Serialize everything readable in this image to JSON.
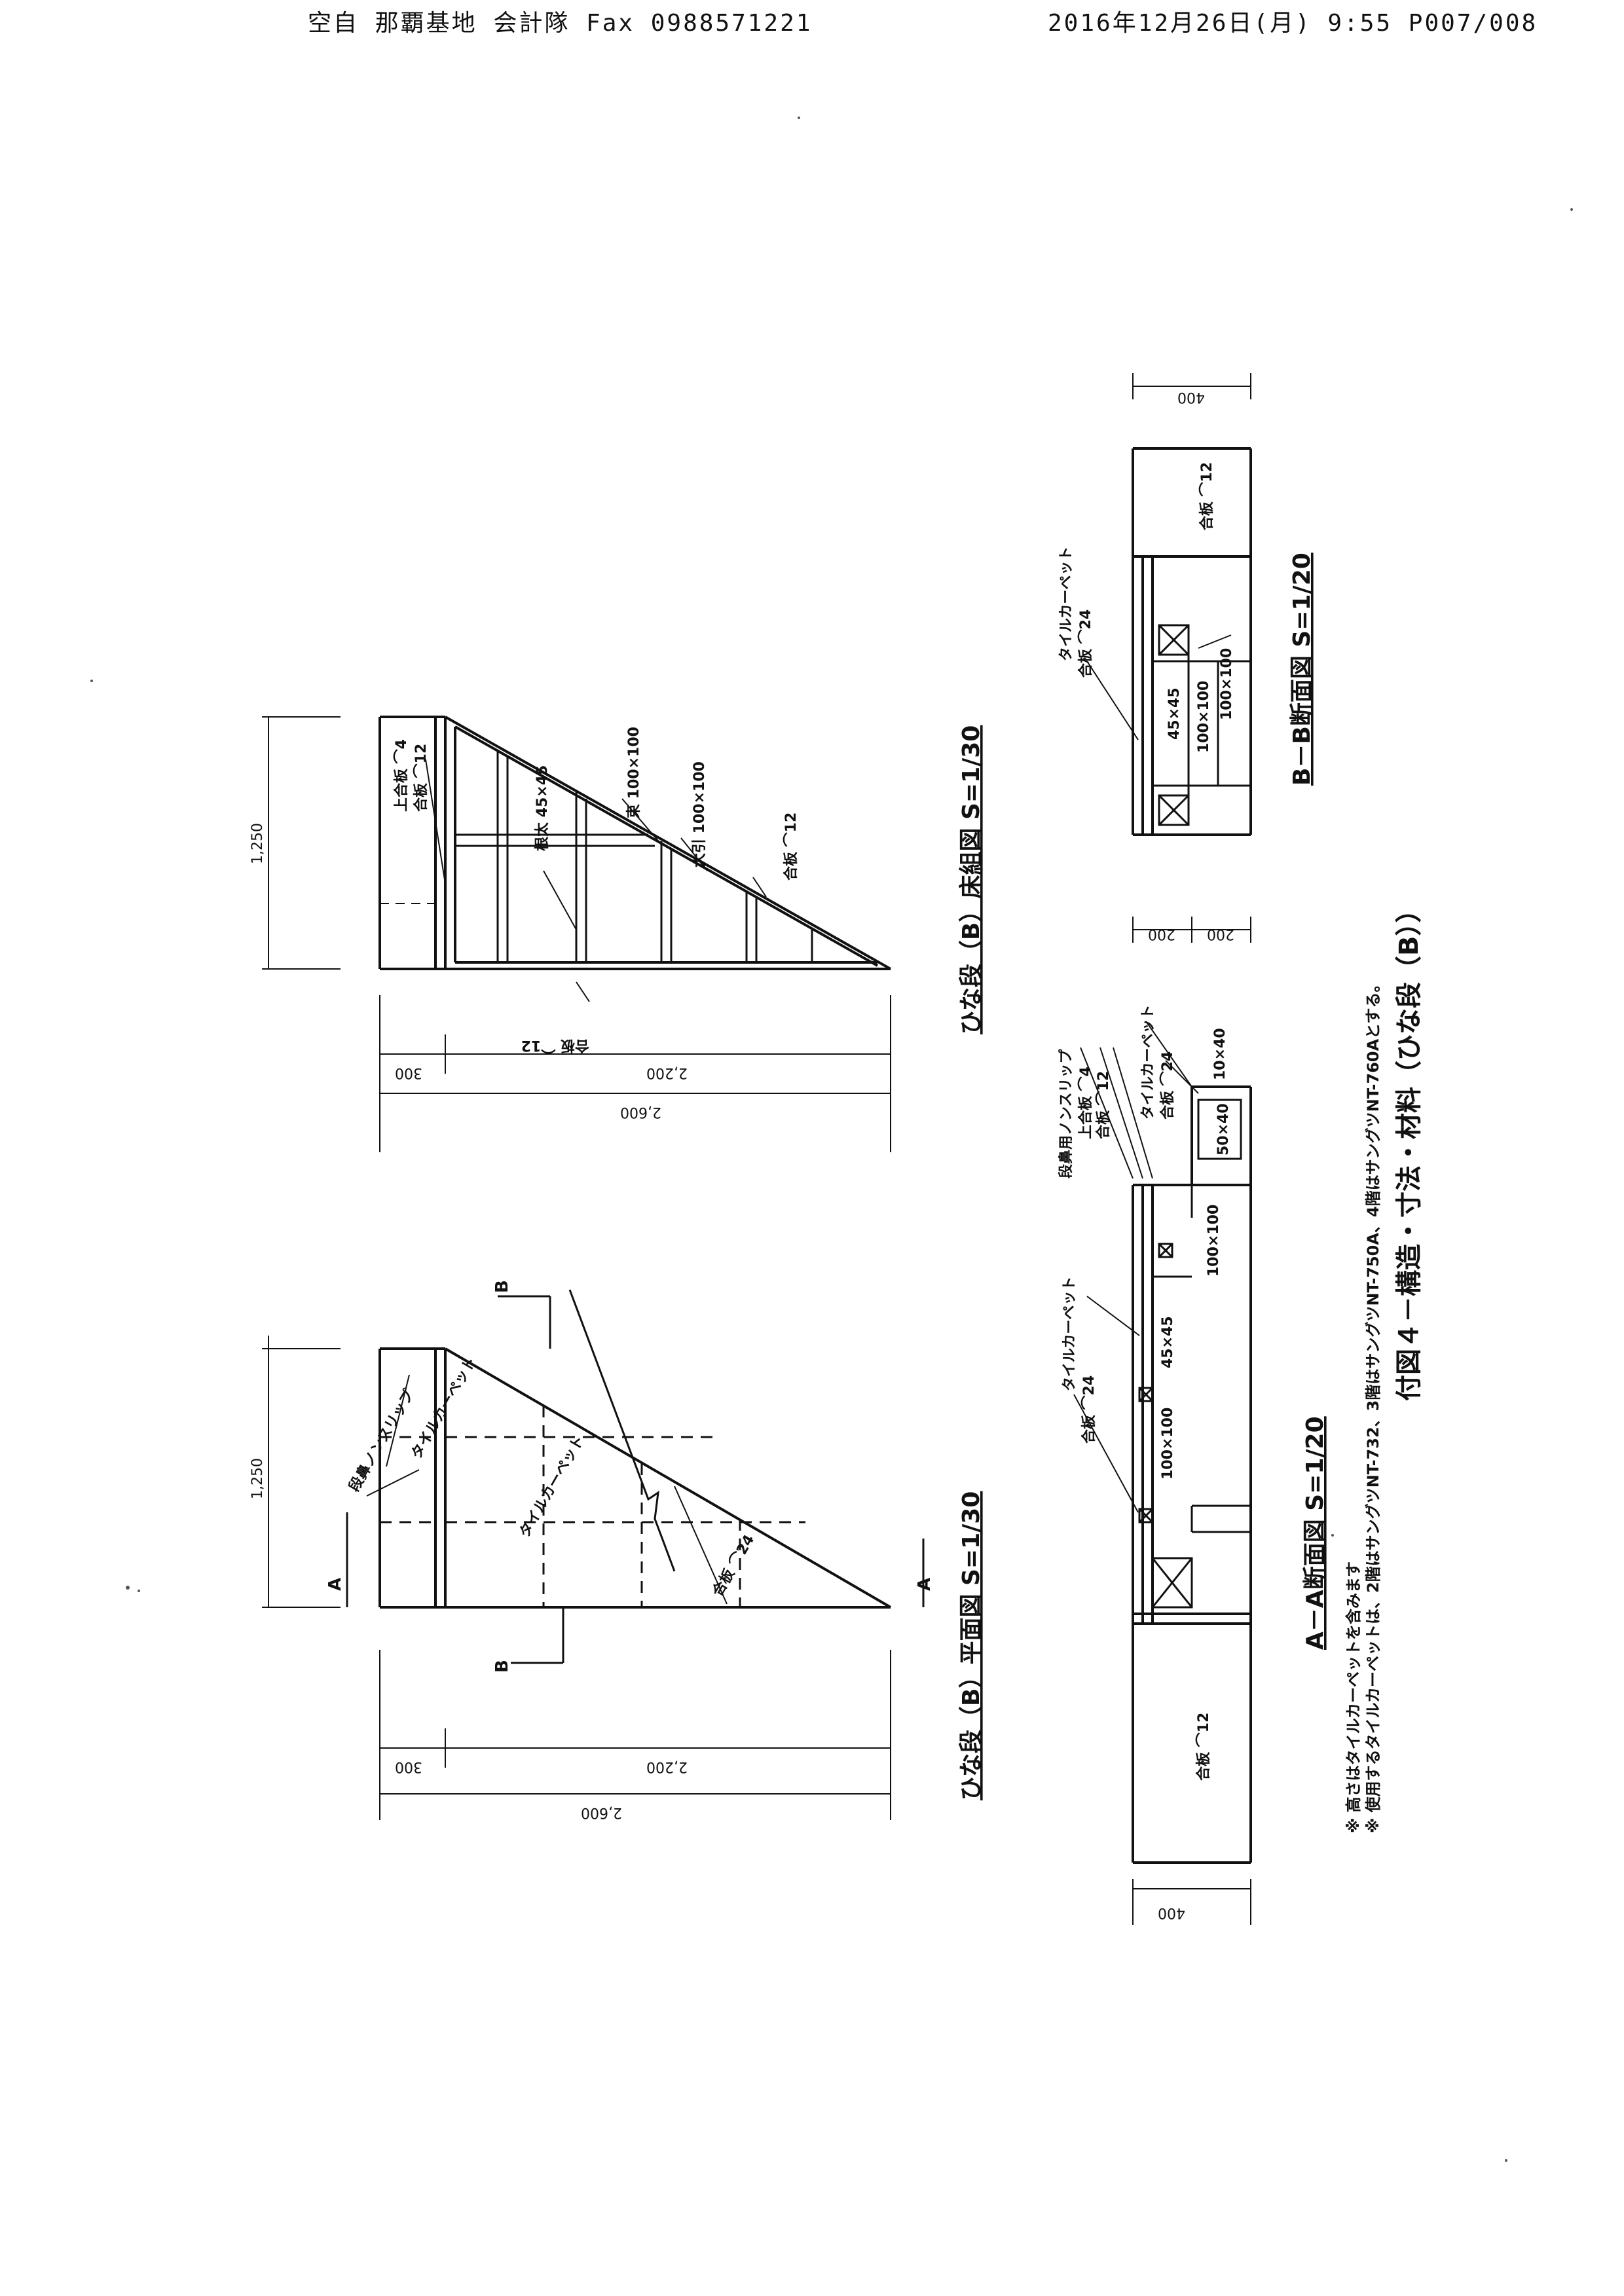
{
  "fax_header": {
    "sender": "空自 那覇基地 会計隊 Fax 0988571221",
    "stamp": "2016年12月26日(月)  9:55 P007/008"
  },
  "plan_view": {
    "title": "ひな段（B）平面図  S=1/30",
    "dim_total": "2,600",
    "dim_main": "2,200",
    "dim_step": "300",
    "dim_height": "1,250",
    "section_marks": [
      "A",
      "A",
      "B",
      "B"
    ],
    "labels": [
      "段鼻ノンスリップ",
      "タイルカーペット",
      "タイルカーペット",
      "合板 ⌒24"
    ]
  },
  "floor_frame": {
    "title": "ひな段（B）床組図  S=1/30",
    "dim_total": "2,600",
    "dim_main": "2,200",
    "dim_step": "300",
    "dim_height": "1,250",
    "labels": [
      "上合板 ⌒4",
      "合板 ⌒12",
      "根太 45×45",
      "束 100×100",
      "大引 100×100",
      "合板 ⌒12",
      "合板 ⌒12"
    ]
  },
  "section_aa": {
    "title": "A－A断面図  S=1/20",
    "dim_left": "400",
    "dim_right_a": "200",
    "dim_right_b": "200",
    "labels": [
      "合板 ⌒12",
      "タイルカーペット",
      "合板 ⌒24",
      "45×45",
      "100×100",
      "100×100",
      "段鼻用ノンスリップ",
      "上合板 ⌒4",
      "合板 ⌒12",
      "タイルカーペット",
      "合板 ⌒24",
      "50×40",
      "10×40"
    ]
  },
  "section_bb": {
    "title": "B－B断面図  S=1/20",
    "dim_top": "400",
    "labels": [
      "タイルカーペット",
      "合板 ⌒24",
      "45×45",
      "100×100",
      "100×100",
      "合板 ⌒12"
    ]
  },
  "notes": [
    "※ 高さはタイルカーペットを含みます",
    "※ 使用するタイルカーペットは、2階はサングツNT-732、3階はサングツNT-750A、4階はサングツNT-760Aとする。"
  ],
  "caption": "付図４－構造・寸法・材料（ひな段（B））"
}
